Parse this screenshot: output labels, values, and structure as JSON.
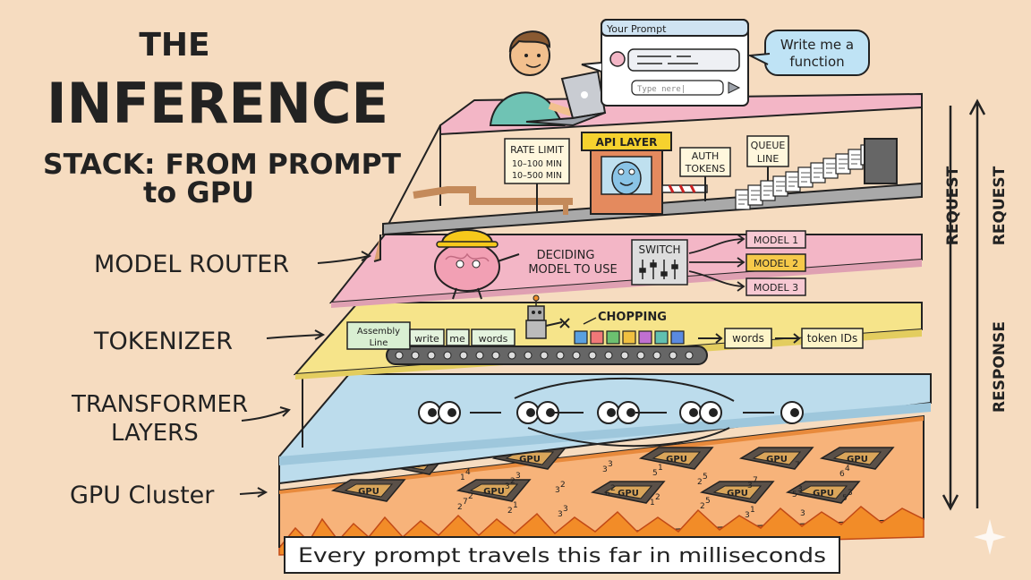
{
  "title": {
    "line1": "THE",
    "line2": "INFERENCE",
    "line3": "STACK: FROM PROMPT",
    "line4": "to GPU"
  },
  "prompt_window": {
    "title": "Your Prompt",
    "placeholder": "Type nere|",
    "bubble_line1": "Write me a",
    "bubble_line2": "function"
  },
  "api_layer": {
    "booth_label": "API LAYER",
    "rate_limit": {
      "title": "RATE LIMIT",
      "line1": "10–100 MIN",
      "line2": "10–500 MIN"
    },
    "auth": {
      "line1": "AUTH",
      "line2": "TOKENS"
    },
    "queue": {
      "line1": "QUEUE",
      "line2": "LINE"
    }
  },
  "router": {
    "label": "MODEL ROUTER",
    "deciding_line1": "DECIDING",
    "deciding_line2": "MODEL TO USE",
    "switch_label": "SWITCH",
    "models": [
      "MODEL 1",
      "MODEL 2",
      "MODEL 3"
    ]
  },
  "tokenizer": {
    "label": "TOKENIZER",
    "assembly_line1": "Assembly",
    "assembly_line2": "Line",
    "tokens": [
      "write",
      "me",
      "words"
    ],
    "chopping": "CHOPPING",
    "words_box": "words",
    "ids_box": "token IDs"
  },
  "transformer": {
    "label_line1": "TRANSFORMER",
    "label_line2": "LAYERS"
  },
  "gpu": {
    "label": "GPU Cluster",
    "chip_label": "GPU",
    "scatter_numbers": [
      "1",
      "2",
      "3",
      "3",
      "2",
      "1",
      "5",
      "7",
      "3",
      "3",
      "4",
      "1",
      "2",
      "3",
      "2",
      "5",
      "1",
      "3",
      "4",
      "7",
      "2",
      "3",
      "6",
      "5",
      "2",
      "3",
      "7",
      "5",
      "1",
      "2",
      "3",
      "3",
      "1",
      "2",
      "3",
      "5",
      "6",
      "2",
      "3"
    ]
  },
  "arrows": {
    "down_label": "REQUEST",
    "up_label_top": "REQUEST",
    "up_label_bottom": "RESPONSE"
  },
  "footer": "Every prompt travels this far in milliseconds",
  "colors": {
    "background": "#f6dcc0",
    "layer_pink": "#f3b6c6",
    "layer_yellow": "#f6e48a",
    "layer_blue": "#bcdcec",
    "layer_gray": "#a9a9a9",
    "fire": "#f28c28"
  }
}
